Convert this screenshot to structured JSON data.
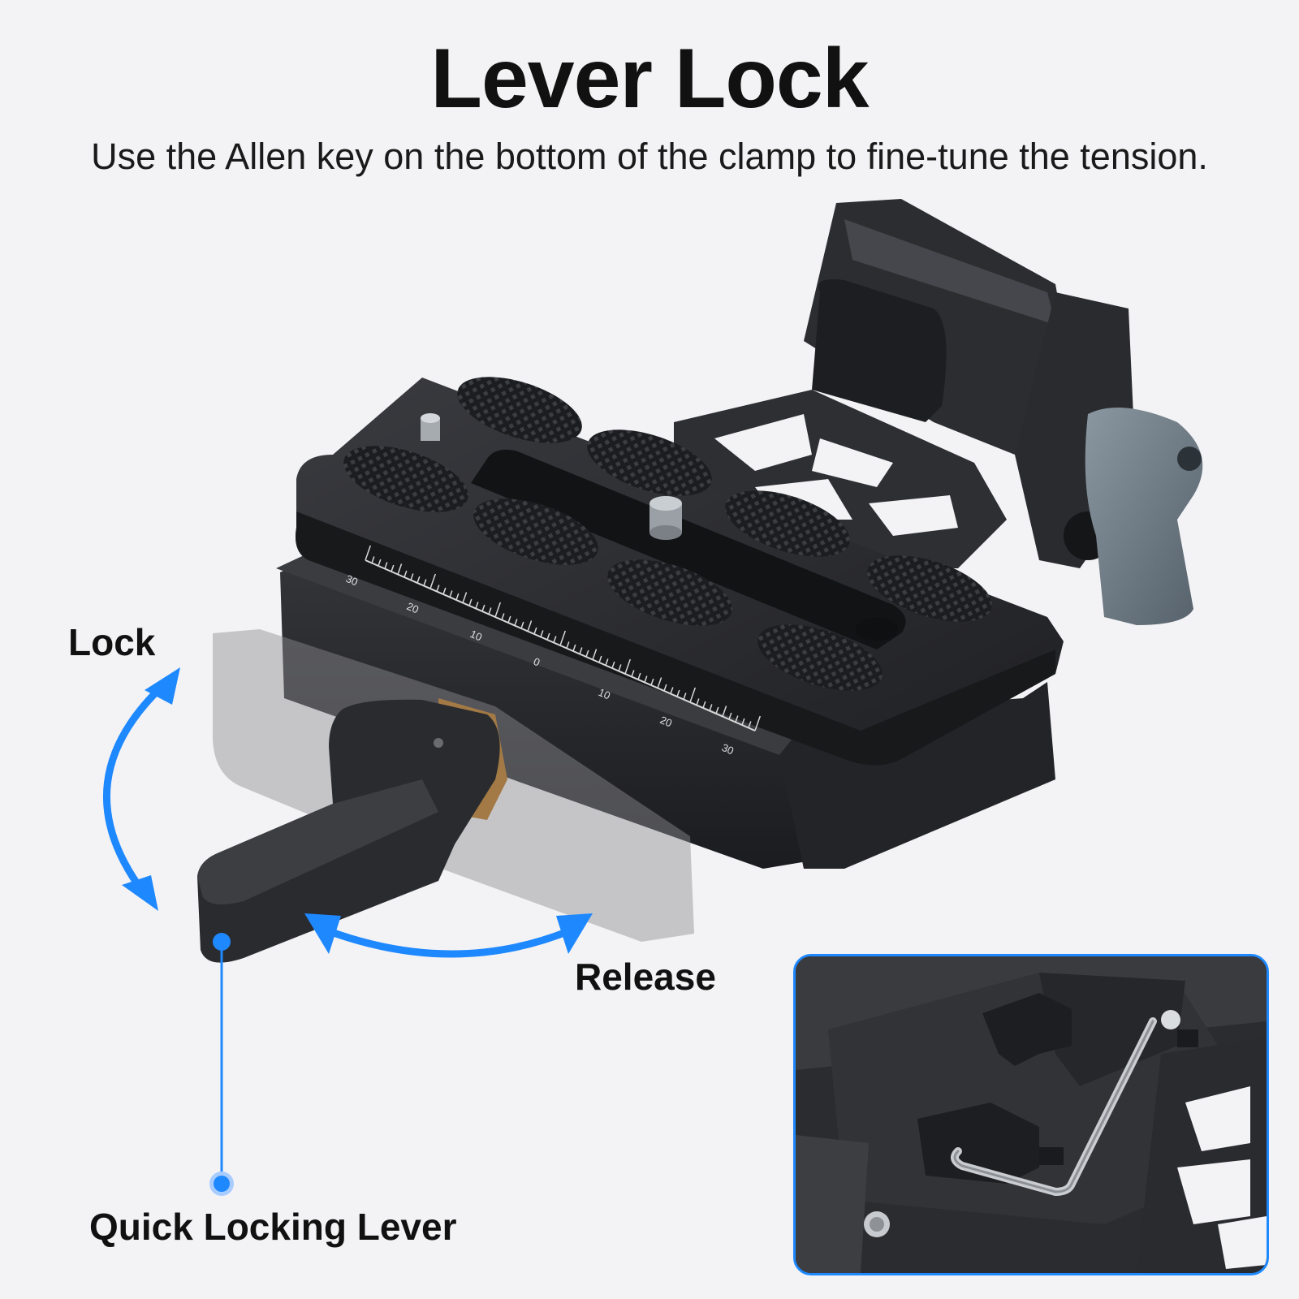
{
  "header": {
    "title": "Lever Lock",
    "subtitle": "Use the Allen key on the bottom of the clamp to fine-tune the tension."
  },
  "labels": {
    "lock": "Lock",
    "release": "Release",
    "lever": "Quick Locking Lever"
  },
  "scale": {
    "ticks": [
      "30",
      "20",
      "10",
      "0",
      "10",
      "20",
      "30"
    ]
  },
  "colors": {
    "background": "#f3f3f5",
    "accent": "#1e88ff",
    "metal_dark": "#2b2c2f",
    "metal_mid": "#3a3b3f",
    "knob": "#6f7b84"
  }
}
